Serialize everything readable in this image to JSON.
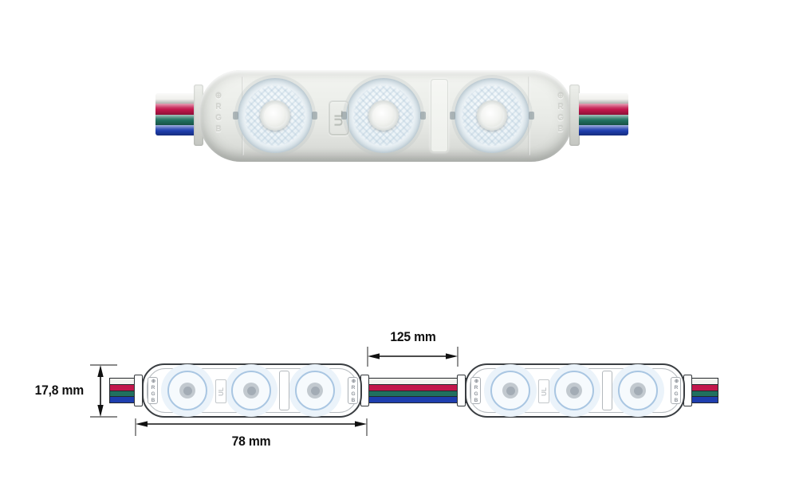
{
  "page": {
    "background": "#ffffff"
  },
  "colors": {
    "wire_white": "#f2f2ef",
    "wire_red": "#c2164b",
    "wire_green": "#20705f",
    "wire_blue": "#1e3eae",
    "diagram_outline": "#3a3e42",
    "lens_ring_blue": "#a9c6e2",
    "lens_glow": "#ebf3fa",
    "led_dot_grey": "#a3acb5",
    "module_body_grey": "#e8e9e5"
  },
  "photo": {
    "description": "RGB LED module with 3 lenses",
    "led_count": 3,
    "endcap_label": "⊕RGB",
    "ul_label": "UL",
    "wire_order": [
      "white",
      "red",
      "green",
      "blue"
    ]
  },
  "diagram": {
    "module_count": 2,
    "leds_per_module": 3,
    "endcap_label": "⊕RGB",
    "ul_label": "UL",
    "wire_order": [
      "white",
      "red",
      "green",
      "blue"
    ],
    "dimensions": {
      "height": "17,8 mm",
      "width": "78 mm",
      "pitch": "125 mm"
    }
  }
}
